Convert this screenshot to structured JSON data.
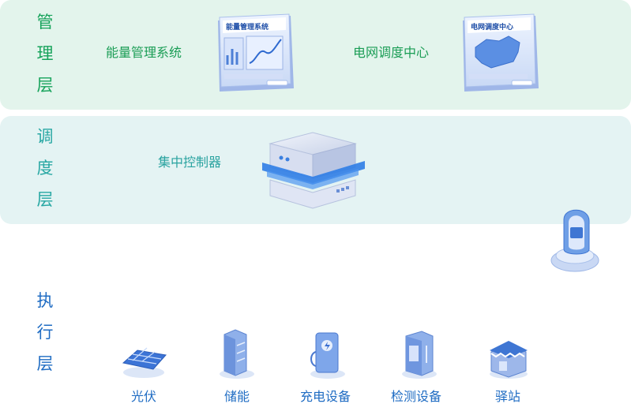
{
  "layers": {
    "management": "管\n理\n层",
    "dispatch": "调\n度\n层",
    "execution": "执\n行\n层"
  },
  "management": {
    "ems_label": "能量管理系统",
    "ems_screen_title": "能量管理系统",
    "grid_label": "电网调度中心",
    "grid_screen_title": "电网调度中心"
  },
  "dispatch": {
    "controller_label": "集中控制器"
  },
  "execution": {
    "devices": [
      {
        "label": "光伏",
        "icon": "solar-panel-icon"
      },
      {
        "label": "储能",
        "icon": "energy-storage-icon"
      },
      {
        "label": "充电设备",
        "icon": "charging-pile-icon"
      },
      {
        "label": "检测设备",
        "icon": "detection-cabinet-icon"
      },
      {
        "label": "驿站",
        "icon": "station-kiosk-icon"
      }
    ]
  },
  "colors": {
    "management_band": "#e3f4ec",
    "dispatch_band": "#e4f3f3",
    "management_text": "#17a35b",
    "dispatch_text": "#27a7a3",
    "execution_text": "#1f6cc3"
  }
}
